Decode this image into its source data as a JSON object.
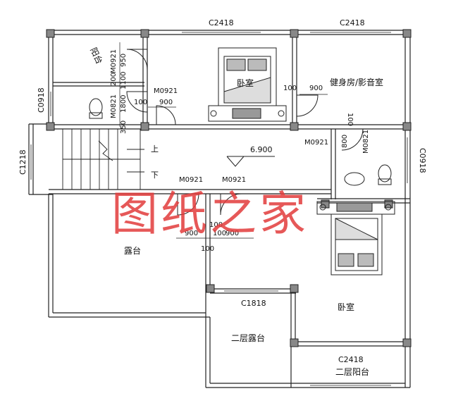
{
  "windows": {
    "top_left": "C2418",
    "top_right": "C2418",
    "left_upper": "C0918",
    "left_lower": "C1218",
    "right": "C0918",
    "middle": "C1818",
    "bottom": "C2418"
  },
  "doors": {
    "balcony": "M0921",
    "toilet_left": "M0821",
    "bedroom_top": "M0921",
    "gym": "M0921",
    "toilet_right": "M0821",
    "corridor_left": "M0921",
    "corridor_right": "M0921"
  },
  "rooms": {
    "balcony": "阳台",
    "bedroom_top": "卧室",
    "gym": "健身房/影音室",
    "terrace": "露台",
    "bedroom_bottom": "卧室",
    "second_terrace": "二层露台",
    "second_balcony": "二层阳台"
  },
  "stairs": {
    "up": "上",
    "down": "下"
  },
  "elevation": "6.900",
  "dimensions": {
    "d_100_top": "100",
    "d_900_gym": "900",
    "d_100_gym_right": "100",
    "d_800": "800",
    "d_950": "950",
    "d_200": "200",
    "d_1100": "1100",
    "d_1800": "1800",
    "d_100_left": "100",
    "d_900_left": "900",
    "d_350": "350",
    "d_900_c1": "900",
    "d_100_c1": "100",
    "d_100_c2": "100",
    "d_900_c2": "900",
    "d_100_c3": "100"
  },
  "watermark": "图纸之家"
}
